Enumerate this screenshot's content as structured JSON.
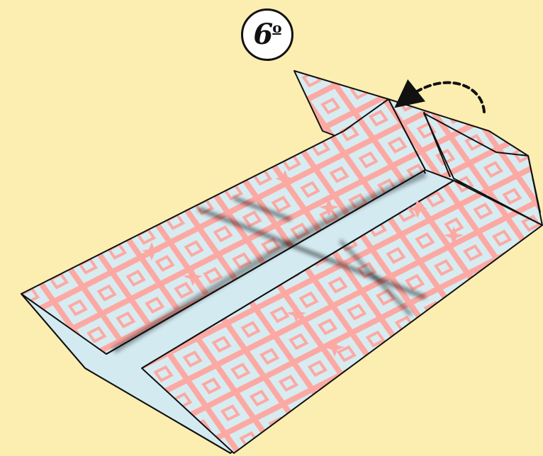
{
  "step": {
    "number": "6",
    "ordinal_suffix": "o"
  },
  "colors": {
    "background": "#fbeeb0",
    "paper_pattern_base": "#fca9a4",
    "paper_pattern_light": "#d7ecf1",
    "paper_inside": "#d3eaf1",
    "outline": "#111111",
    "arrow": "#111111"
  },
  "figure": {
    "subject": "origami-model-step",
    "arrow_style": "dashed-curved-fold-arrow",
    "icons": [
      "dashed-fold-arrow-icon",
      "star-motif-icon"
    ]
  }
}
